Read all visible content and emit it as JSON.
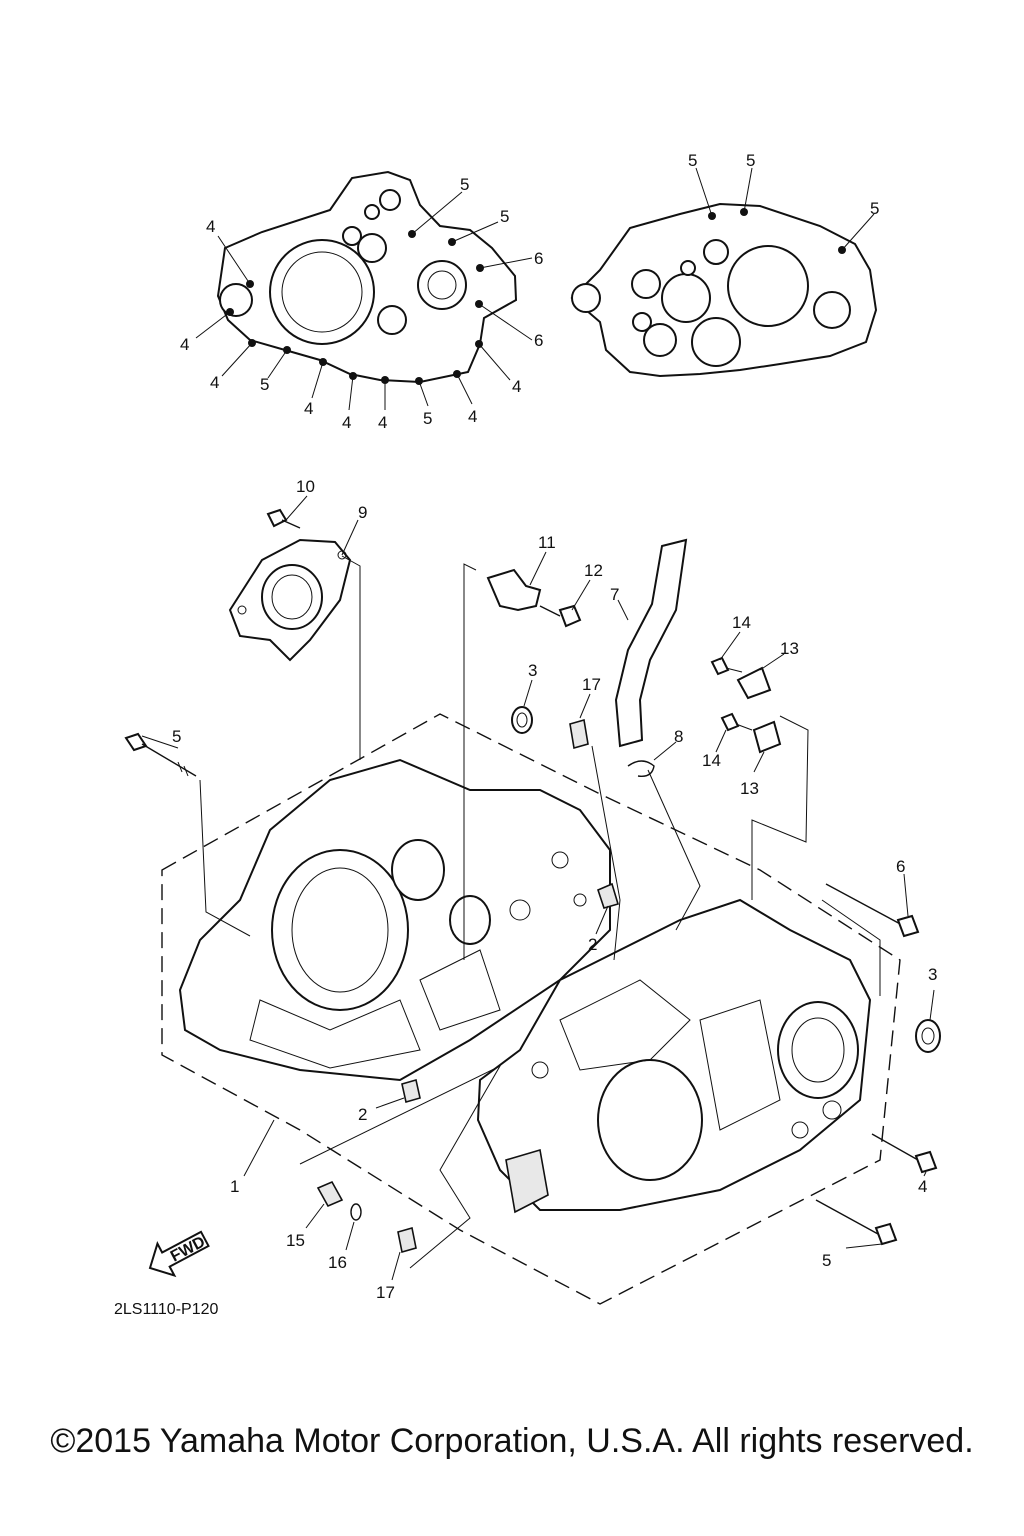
{
  "diagram_code": "2LS1110-P120",
  "fwd_label": "FWD",
  "copyright": "©2015 Yamaha Motor Corporation, U.S.A. All rights reserved.",
  "callouts_top": [
    "4",
    "4",
    "4",
    "4",
    "5",
    "4",
    "4",
    "4",
    "5",
    "4",
    "4",
    "6",
    "6",
    "5",
    "5",
    "5",
    "5",
    "5"
  ],
  "callouts_main": [
    "10",
    "9",
    "11",
    "12",
    "7",
    "14",
    "13",
    "14",
    "13",
    "3",
    "17",
    "8",
    "5",
    "6",
    "2",
    "3",
    "2",
    "1",
    "4",
    "15",
    "16",
    "17",
    "5"
  ]
}
